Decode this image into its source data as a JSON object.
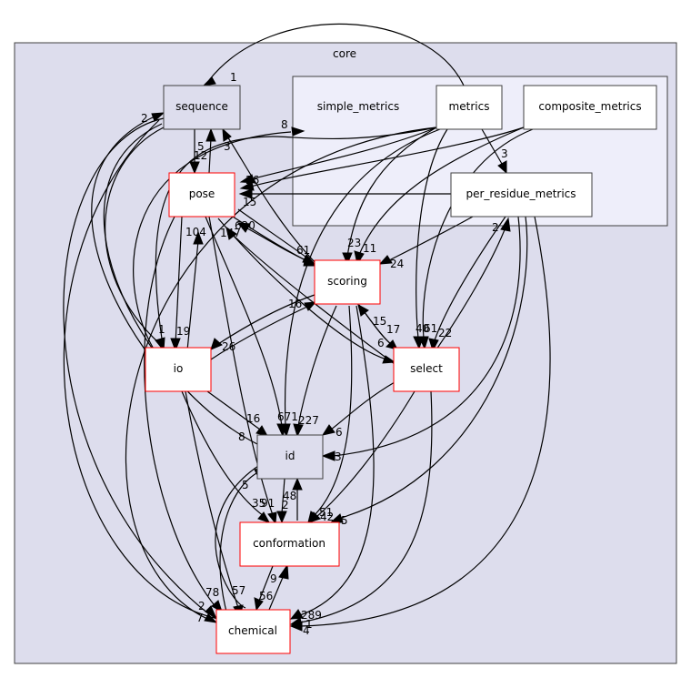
{
  "diagram": {
    "type": "directory-dependency-graph",
    "colors": {
      "outer_cluster_fill": "#dddded",
      "outer_cluster_border": "#404040",
      "inner_cluster_fill": "#eeeefa",
      "inner_cluster_border": "#404040",
      "node_white": "#ffffff",
      "node_gray": "#dddded",
      "node_red_border": "#ff0000",
      "node_dark_border": "#404040",
      "edge": "#000000"
    },
    "clusters": [
      {
        "id": "core",
        "label": "core"
      },
      {
        "id": "metrics_cluster",
        "label": "simple_metrics"
      }
    ],
    "nodes": [
      {
        "id": "sequence",
        "label": "sequence",
        "style": "gray"
      },
      {
        "id": "metrics",
        "label": "metrics",
        "style": "plain"
      },
      {
        "id": "composite_metrics",
        "label": "composite_metrics",
        "style": "plain"
      },
      {
        "id": "per_residue_metrics",
        "label": "per_residue_metrics",
        "style": "plain"
      },
      {
        "id": "pose",
        "label": "pose",
        "style": "red"
      },
      {
        "id": "scoring",
        "label": "scoring",
        "style": "red"
      },
      {
        "id": "io",
        "label": "io",
        "style": "red"
      },
      {
        "id": "select",
        "label": "select",
        "style": "red"
      },
      {
        "id": "id",
        "label": "id",
        "style": "gray"
      },
      {
        "id": "conformation",
        "label": "conformation",
        "style": "red"
      },
      {
        "id": "chemical",
        "label": "chemical",
        "style": "red"
      }
    ],
    "edges": [
      {
        "from": "metrics",
        "to": "sequence",
        "label": "1"
      },
      {
        "from": "io",
        "to": "sequence",
        "label": "2"
      },
      {
        "from": "pose",
        "to": "sequence",
        "label": "5"
      },
      {
        "from": "sequence",
        "to": "pose",
        "label": "12"
      },
      {
        "from": "scoring",
        "to": "sequence",
        "label": "3"
      },
      {
        "from": "io",
        "to": "simple_metrics",
        "label": "8"
      },
      {
        "from": "metrics",
        "to": "per_residue_metrics",
        "label": "3"
      },
      {
        "from": "metrics",
        "to": "pose",
        "label": "26"
      },
      {
        "from": "composite_metrics",
        "to": "pose",
        "label": "5"
      },
      {
        "from": "per_residue_metrics",
        "to": "pose",
        "label": "15"
      },
      {
        "from": "scoring",
        "to": "pose",
        "label": "620"
      },
      {
        "from": "select",
        "to": "pose",
        "label": "147"
      },
      {
        "from": "io",
        "to": "pose",
        "label": "104"
      },
      {
        "from": "pose",
        "to": "scoring",
        "label": "61"
      },
      {
        "from": "metrics",
        "to": "scoring",
        "label": "23"
      },
      {
        "from": "composite_metrics",
        "to": "scoring",
        "label": "11"
      },
      {
        "from": "per_residue_metrics",
        "to": "scoring",
        "label": "24"
      },
      {
        "from": "io",
        "to": "scoring",
        "label": "16"
      },
      {
        "from": "scoring",
        "to": "io",
        "label": "26"
      },
      {
        "from": "pose",
        "to": "io",
        "label": "19"
      },
      {
        "from": "sequence",
        "to": "io",
        "label": "1"
      },
      {
        "from": "select",
        "to": "scoring",
        "label": "15"
      },
      {
        "from": "scoring",
        "to": "select",
        "label": "17"
      },
      {
        "from": "pose",
        "to": "select",
        "label": "6"
      },
      {
        "from": "metrics",
        "to": "select",
        "label": "40"
      },
      {
        "from": "composite_metrics",
        "to": "select",
        "label": "61"
      },
      {
        "from": "per_residue_metrics",
        "to": "select",
        "label": "22"
      },
      {
        "from": "select",
        "to": "per_residue_metrics",
        "label": "2"
      },
      {
        "from": "io",
        "to": "id",
        "label": "16"
      },
      {
        "from": "sequence",
        "to": "id",
        "label": "8"
      },
      {
        "from": "pose",
        "to": "id",
        "label": "671"
      },
      {
        "from": "scoring",
        "to": "id",
        "label": "227"
      },
      {
        "from": "select",
        "to": "id",
        "label": "6"
      },
      {
        "from": "per_residue_metrics",
        "to": "id",
        "label": "3"
      },
      {
        "from": "conformation",
        "to": "id",
        "label": "48"
      },
      {
        "from": "chemical",
        "to": "id",
        "label": "5"
      },
      {
        "from": "id",
        "to": "conformation",
        "label": "2"
      },
      {
        "from": "io",
        "to": "conformation",
        "label": "35"
      },
      {
        "from": "pose",
        "to": "conformation",
        "label": "91"
      },
      {
        "from": "scoring",
        "to": "conformation",
        "label": "51"
      },
      {
        "from": "select",
        "to": "conformation",
        "label": "42"
      },
      {
        "from": "per_residue_metrics",
        "to": "conformation",
        "label": "5"
      },
      {
        "from": "chemical",
        "to": "conformation",
        "label": "9"
      },
      {
        "from": "conformation",
        "to": "chemical",
        "label": "56"
      },
      {
        "from": "pose",
        "to": "chemical",
        "label": "78"
      },
      {
        "from": "io",
        "to": "chemical",
        "label": "57"
      },
      {
        "from": "sequence",
        "to": "chemical",
        "label": "2"
      },
      {
        "from": "id",
        "to": "chemical",
        "label": "7"
      },
      {
        "from": "scoring",
        "to": "chemical",
        "label": "289"
      },
      {
        "from": "select",
        "to": "chemical",
        "label": "4"
      },
      {
        "from": "per_residue_metrics",
        "to": "chemical",
        "label": "1"
      }
    ]
  }
}
